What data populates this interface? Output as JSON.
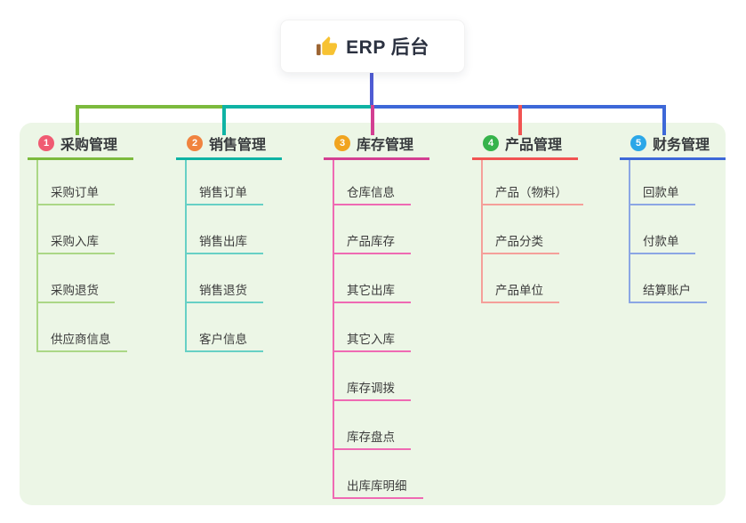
{
  "root": {
    "title": "ERP 后台",
    "icon": "thumbs-up-icon"
  },
  "branches": [
    {
      "index": "1",
      "label": "采购管理",
      "badge_color": "#f05b72",
      "line_color": "#7cba3d",
      "child_line_color": "#abd786",
      "children": [
        "采购订单",
        "采购入库",
        "采购退货",
        "供应商信息"
      ]
    },
    {
      "index": "2",
      "label": "销售管理",
      "badge_color": "#f0833f",
      "line_color": "#0fb3a4",
      "child_line_color": "#67d0c5",
      "children": [
        "销售订单",
        "销售出库",
        "销售退货",
        "客户信息"
      ]
    },
    {
      "index": "3",
      "label": "库存管理",
      "badge_color": "#f1a41f",
      "line_color": "#d33f92",
      "child_line_color": "#ef6ab3",
      "children": [
        "仓库信息",
        "产品库存",
        "其它出库",
        "其它入库",
        "库存调拨",
        "库存盘点",
        "出库库明细"
      ]
    },
    {
      "index": "4",
      "label": "产品管理",
      "badge_color": "#36b34b",
      "line_color": "#f15352",
      "child_line_color": "#f59f9a",
      "children": [
        "产品（物料）",
        "产品分类",
        "产品单位"
      ]
    },
    {
      "index": "5",
      "label": "财务管理",
      "badge_color": "#2ba7e8",
      "line_color": "#3d68d8",
      "child_line_color": "#8ba6e4",
      "children": [
        "回款单",
        "付款单",
        "结算账户"
      ]
    }
  ],
  "colors": {
    "root_stem": "#4f5cd4",
    "panel_bg": "#ecf6e6",
    "canvas_bg": "#ffffff",
    "thumb_yellow": "#f7c232",
    "thumb_sleeve": "#9c6432"
  }
}
